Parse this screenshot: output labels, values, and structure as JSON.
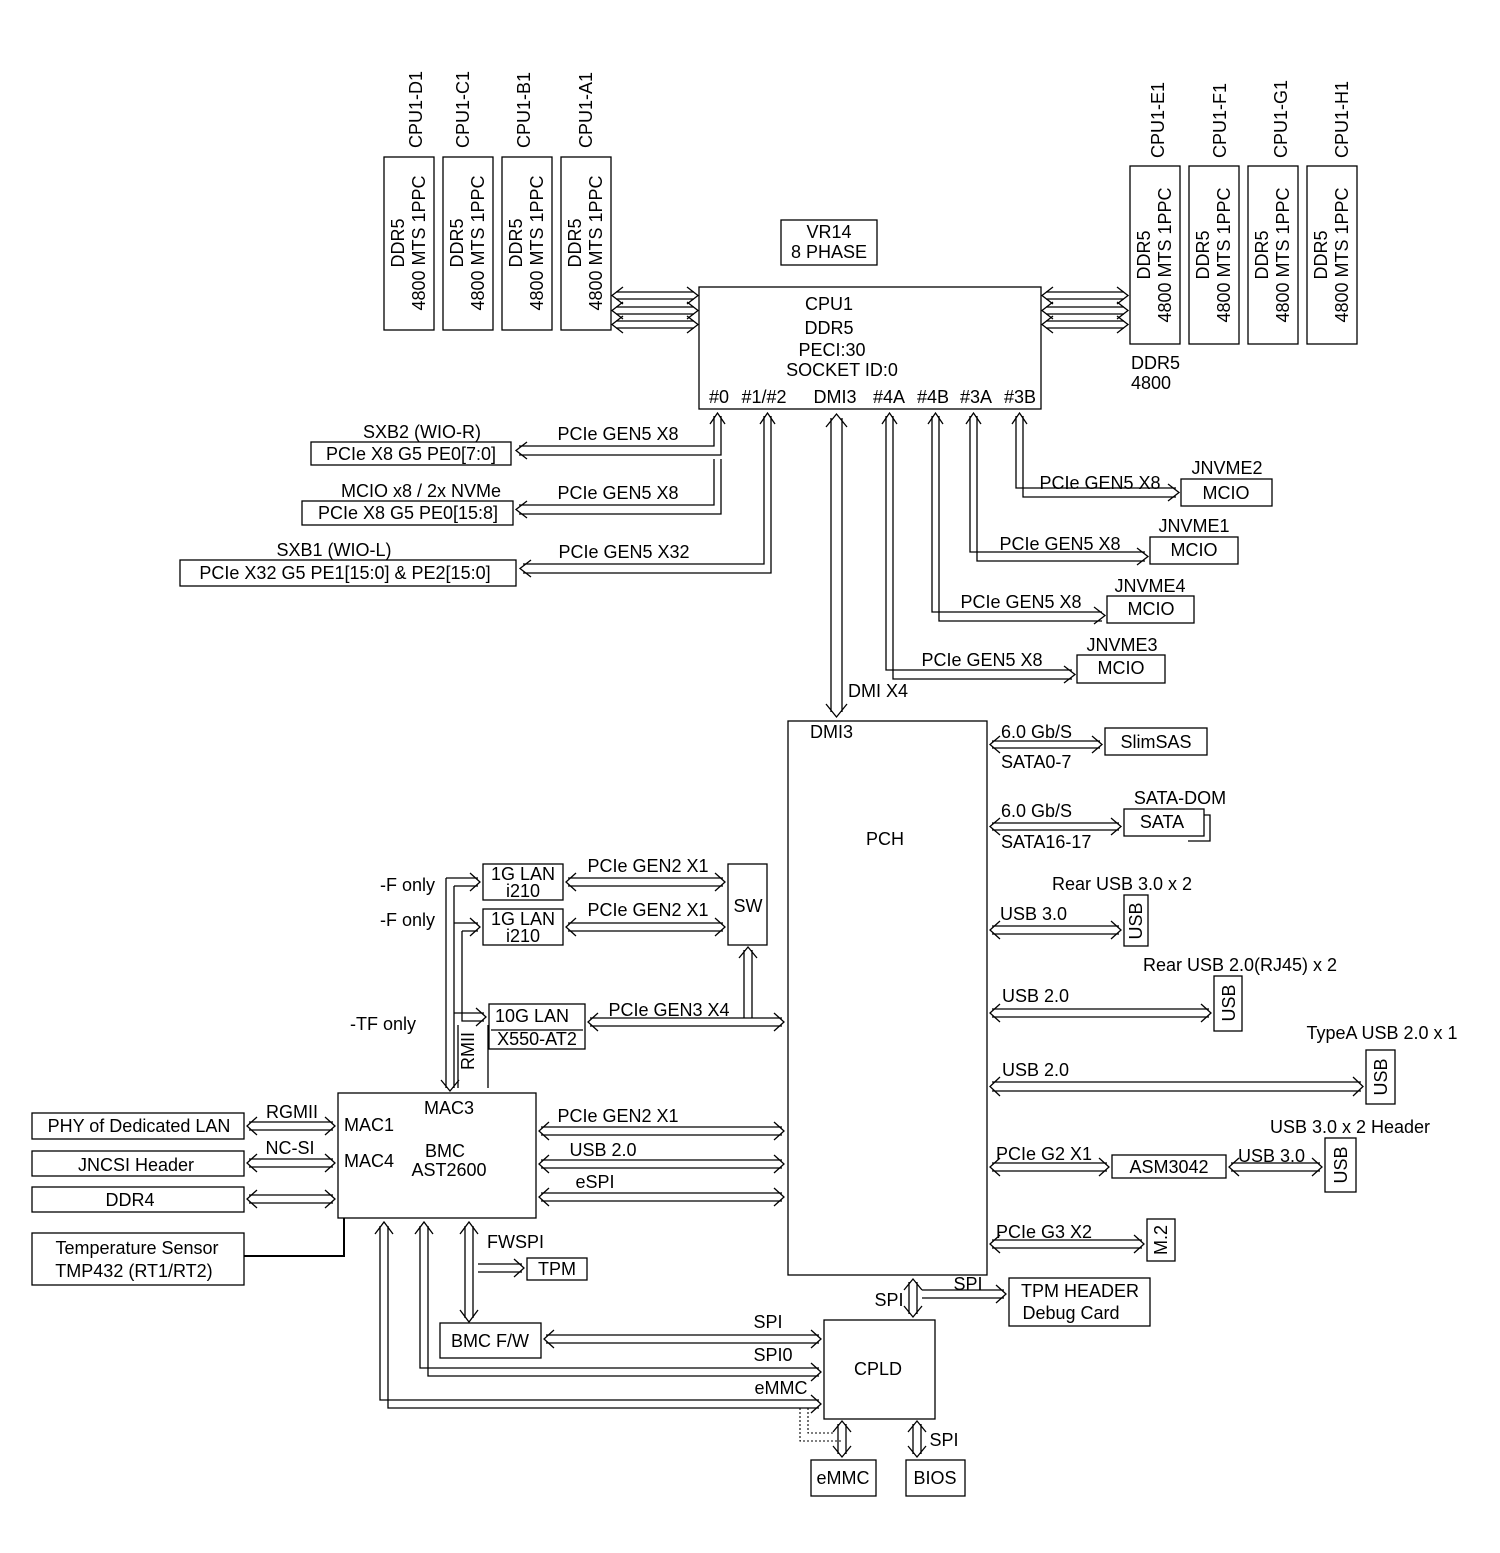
{
  "cpu": {
    "lines": [
      "CPU1",
      "DDR5",
      "PECI:30",
      "SOCKET ID:0"
    ],
    "ports": [
      "#0",
      "#1/#2",
      "DMI3",
      "#4A",
      "#4B",
      "#3A",
      "#3B"
    ]
  },
  "vr": [
    "VR14",
    "8 PHASE"
  ],
  "dimm_text": [
    "DDR5",
    "4800 MTS 1PPC"
  ],
  "dimms_left": [
    "CPU1-D1",
    "CPU1-C1",
    "CPU1-B1",
    "CPU1-A1"
  ],
  "dimms_right": [
    "CPU1-E1",
    "CPU1-F1",
    "CPU1-G1",
    "CPU1-H1"
  ],
  "ddr_note": [
    "DDR5",
    "4800"
  ],
  "left_links": [
    {
      "title": "SXB2 (WIO-R)",
      "box": "PCIe X8 G5 PE0[7:0]",
      "bus": "PCIe GEN5 X8"
    },
    {
      "title": "MCIO x8 / 2x NVMe",
      "box": "PCIe X8 G5 PE0[15:8]",
      "bus": "PCIe GEN5 X8"
    },
    {
      "title": "SXB1 (WIO-L)",
      "box": "PCIe X32 G5 PE1[15:0] & PE2[15:0]",
      "bus": "PCIe GEN5 X32"
    }
  ],
  "nvme": [
    {
      "name": "JNVME2",
      "box": "MCIO",
      "bus": "PCIe GEN5 X8"
    },
    {
      "name": "JNVME1",
      "box": "MCIO",
      "bus": "PCIe GEN5 X8"
    },
    {
      "name": "JNVME4",
      "box": "MCIO",
      "bus": "PCIe GEN5 X8"
    },
    {
      "name": "JNVME3",
      "box": "MCIO",
      "bus": "PCIe GEN5 X8"
    }
  ],
  "dmi": {
    "bus": "DMI X4",
    "port": "DMI3"
  },
  "pch": {
    "title": "PCH"
  },
  "right_io": {
    "slimsas": {
      "speed": "6.0 Gb/S",
      "port": "SATA0-7",
      "box": "SlimSAS"
    },
    "satadom": {
      "speed": "6.0 Gb/S",
      "port": "SATA16-17",
      "title": "SATA-DOM",
      "box": "SATA"
    },
    "rear_usb3": {
      "title": "Rear USB 3.0 x 2",
      "bus": "USB 3.0",
      "box": "USB"
    },
    "rear_usb2": {
      "title": "Rear USB 2.0(RJ45) x 2",
      "bus": "USB 2.0",
      "box": "USB"
    },
    "typea": {
      "title": "TypeA USB 2.0 x 1",
      "bus": "USB 2.0",
      "box": "USB"
    },
    "asm": {
      "bus": "PCIe G2 X1",
      "box": "ASM3042",
      "bus2": "USB 3.0",
      "title": "USB 3.0 x 2 Header",
      "usb": "USB"
    },
    "m2": {
      "bus": "PCIe G3 X2",
      "box": "M.2"
    }
  },
  "lan": {
    "lan1": [
      "1G LAN",
      "i210"
    ],
    "lan2": [
      "1G LAN",
      "i210"
    ],
    "lan10": [
      "10G LAN",
      "X550-AT2"
    ],
    "bus1": "PCIe GEN2 X1",
    "bus2": "PCIe GEN2 X1",
    "bus3": "PCIe GEN3 X4",
    "sw": "SW",
    "fonly1": "-F only",
    "fonly2": "-F only",
    "tfonly": "-TF only",
    "rmii": "RMII"
  },
  "bmc": {
    "lines": [
      "BMC",
      "AST2600"
    ],
    "mac1": "MAC1",
    "mac3": "MAC3",
    "mac4": "MAC4",
    "buses": [
      "PCIe GEN2 X1",
      "USB 2.0",
      "eSPI"
    ],
    "phy": "PHY of Dedicated LAN",
    "rgmii": "RGMII",
    "jncsi": "JNCSI Header",
    "ncsi": "NC-SI",
    "ddr4": "DDR4",
    "temp": [
      "Temperature Sensor",
      "TMP432 (RT1/RT2)"
    ],
    "fwspi": "FWSPI",
    "tpm": "TPM",
    "fw": "BMC F/W"
  },
  "cpld": {
    "name": "CPLD",
    "spi_pch": "SPI",
    "spi_fw": "SPI",
    "spi0": "SPI0",
    "emmc_bus": "eMMC",
    "emmc": "eMMC",
    "bios": "BIOS",
    "bios_spi": "SPI",
    "tpm_header": [
      "TPM HEADER",
      "Debug Card"
    ],
    "tpm_spi": "SPI"
  }
}
